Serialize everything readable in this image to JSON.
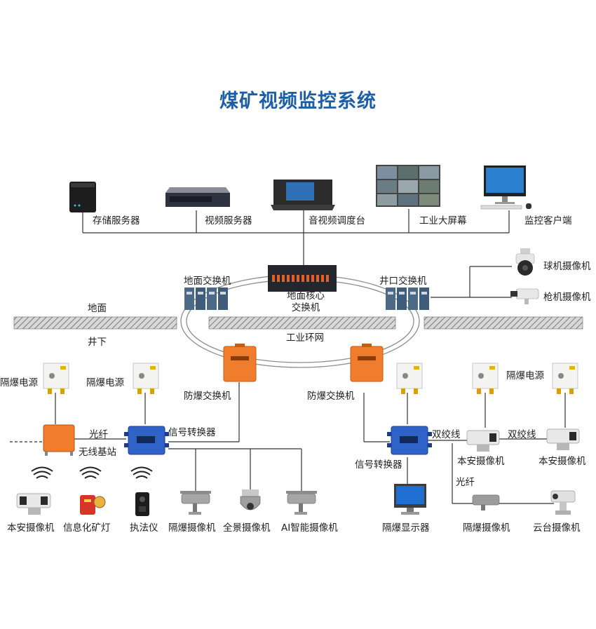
{
  "title": "煤矿视频监控系统",
  "zones": {
    "ground": "地面",
    "underground": "井下",
    "ring": "工业环网"
  },
  "top_devices": {
    "storage": "存储服务器",
    "video_server": "视频服务器",
    "console": "音视频调度台",
    "wall": "工业大屏幕",
    "client": "监控客户端"
  },
  "switches": {
    "ground": "地面交换机",
    "core_line1": "地面核心",
    "core_line2": "交换机",
    "shaft": "井口交换机"
  },
  "surface_cameras": {
    "dome": "球机摄像机",
    "gun": "枪机摄像机"
  },
  "underground": {
    "ex_switch_left": "防爆交换机",
    "ex_switch_right": "防爆交换机",
    "power_1": "隔爆电源",
    "power_2": "隔爆电源",
    "power_3": "隔爆电源",
    "fiber_left": "光纤",
    "base_station": "无线基站",
    "converter_left": "信号转换器",
    "converter_right": "信号转换器",
    "twisted_1": "双绞线",
    "twisted_2": "双绞线",
    "fiber_right": "光纤"
  },
  "bottom_left": [
    "本安摄像机",
    "信息化矿灯",
    "执法仪",
    "隔爆摄像机",
    "全景摄像机",
    "AI智能摄像机"
  ],
  "bottom_right": {
    "cam_intrinsic_1": "本安摄像机",
    "cam_intrinsic_2": "本安摄像机",
    "display": "隔爆显示器",
    "cam_flameproof": "隔爆摄像机",
    "cam_ptz": "云台摄像机"
  },
  "colors": {
    "title": "#1c5fa8",
    "orange_box": "#ef7d2c",
    "blue_box": "#2f63c9",
    "hatch": "#8a8a8a"
  }
}
